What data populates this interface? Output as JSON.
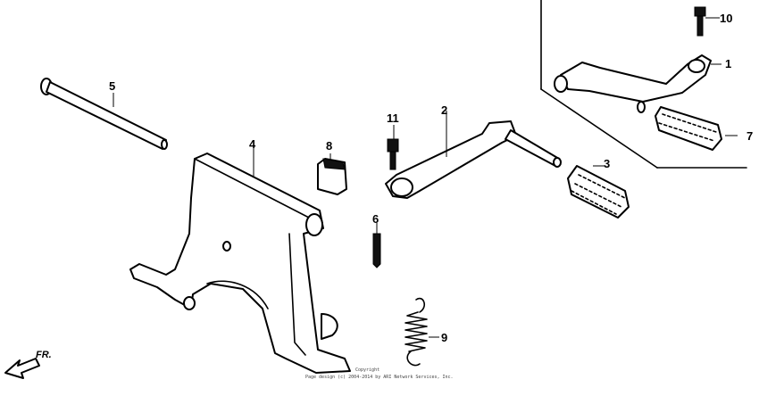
{
  "callouts": [
    "1",
    "2",
    "3",
    "4",
    "5",
    "6",
    "7",
    "8",
    "9",
    "10",
    "11"
  ],
  "direction_label": "FR.",
  "copyright_line1": "Copyright",
  "copyright_line2": "Page design (c) 2004-2014 by ARI Network Services, Inc."
}
